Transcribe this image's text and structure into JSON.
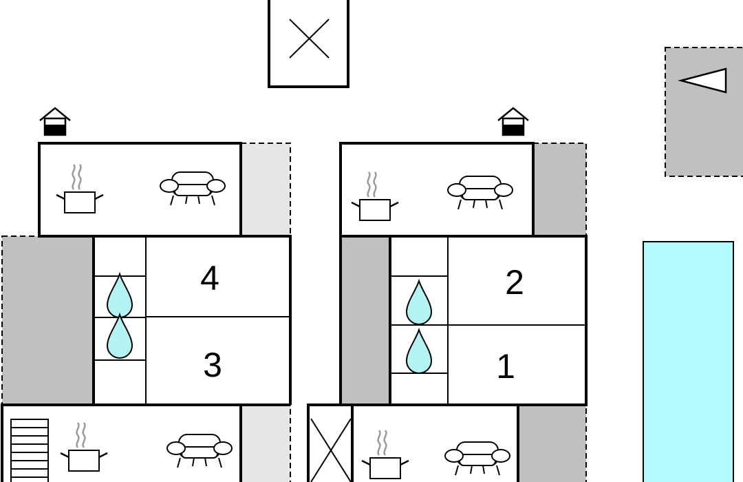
{
  "rooms": [
    {
      "id": "room-4",
      "label": "4"
    },
    {
      "id": "room-3",
      "label": "3"
    },
    {
      "id": "room-2",
      "label": "2"
    },
    {
      "id": "room-1",
      "label": "1"
    }
  ],
  "colors": {
    "wall": "#000000",
    "terrace_dark": "#c0c0c0",
    "terrace_light": "#e6e6e6",
    "pool": "#b3fbff",
    "water_drop": "#b3f3f4",
    "background": "#ffffff"
  },
  "icons": [
    "house-entrance-icon",
    "cooking-pot-icon",
    "sofa-icon",
    "water-drop-icon",
    "stairs-icon",
    "parking-icon"
  ]
}
